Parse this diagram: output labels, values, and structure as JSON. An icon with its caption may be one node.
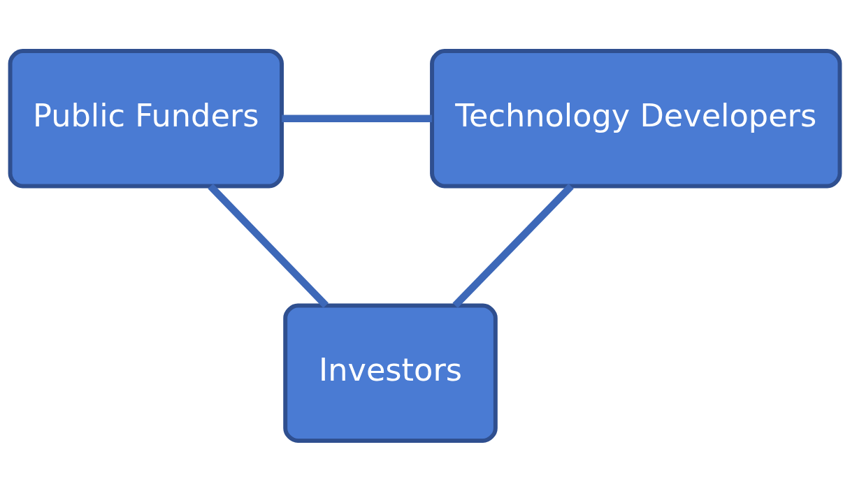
{
  "diagram": {
    "nodes": [
      {
        "text": [
          "Public Funders"
        ]
      },
      {
        "text": [
          "Technology Developers"
        ]
      },
      {
        "text": [
          "Investors"
        ]
      }
    ],
    "edges": [
      {
        "from": 0,
        "to": 1,
        "arrow": "none"
      },
      {
        "from": 0,
        "to": 2,
        "arrow": "none"
      },
      {
        "from": 1,
        "to": 2,
        "arrow": "none"
      }
    ]
  }
}
